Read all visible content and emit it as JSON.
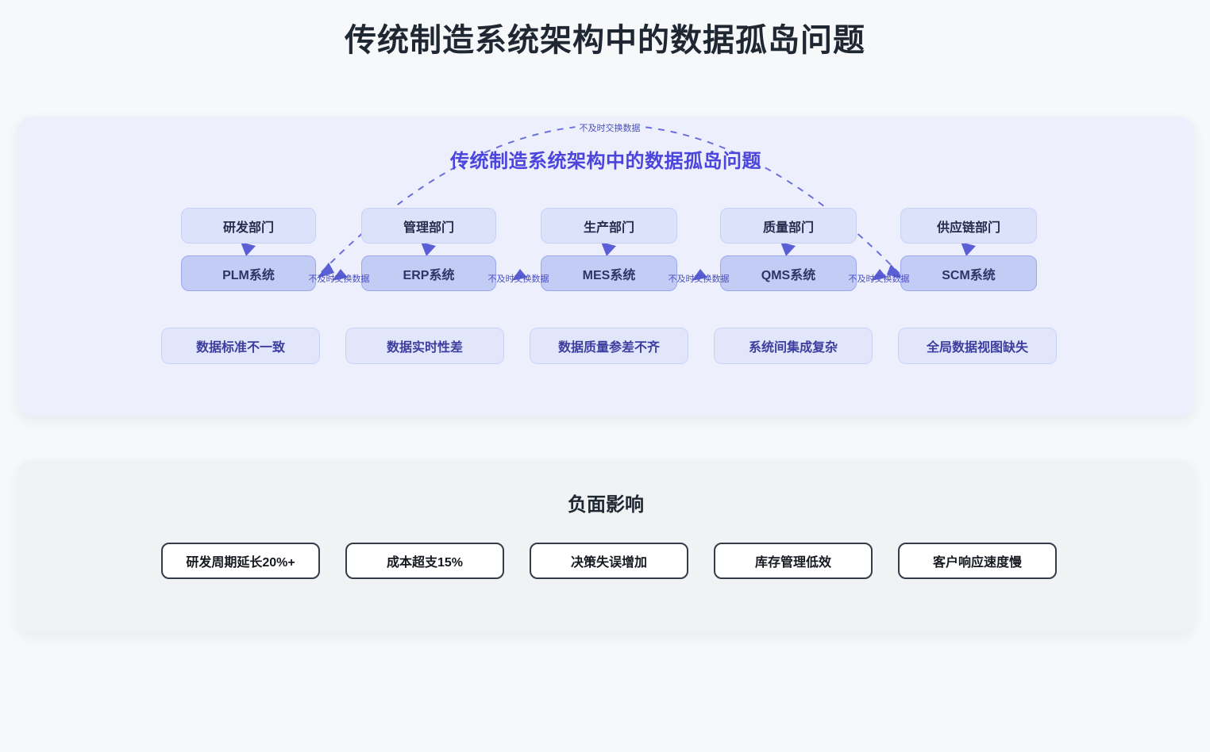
{
  "page": {
    "title": "传统制造系统架构中的数据孤岛问题"
  },
  "diagram": {
    "title": "传统制造系统架构中的数据孤岛问题",
    "exchange_label": "不及时交换数据",
    "columns": [
      {
        "department": "研发部门",
        "system": "PLM系统"
      },
      {
        "department": "管理部门",
        "system": "ERP系统"
      },
      {
        "department": "生产部门",
        "system": "MES系统"
      },
      {
        "department": "质量部门",
        "system": "QMS系统"
      },
      {
        "department": "供应链部门",
        "system": "SCM系统"
      }
    ],
    "problems": [
      "数据标准不一致",
      "数据实时性差",
      "数据质量参差不齐",
      "系统间集成复杂",
      "全局数据视图缺失"
    ]
  },
  "impacts": {
    "title": "负面影响",
    "items": [
      "研发周期延长20%+",
      "成本超支15%",
      "决策失误增加",
      "库存管理低效",
      "客户响应速度慢"
    ]
  },
  "colors": {
    "accent_indigo": "#4b44dd",
    "edge_indigo": "#5a5fd6",
    "department_fill": "#dce2f9",
    "system_fill": "#c3ccf5",
    "problem_fill": "#e1e6fb",
    "diagram_panel_bg": "#edf0fc",
    "impact_panel_bg": "#f1f2f4",
    "title_dark": "#1f2733"
  }
}
